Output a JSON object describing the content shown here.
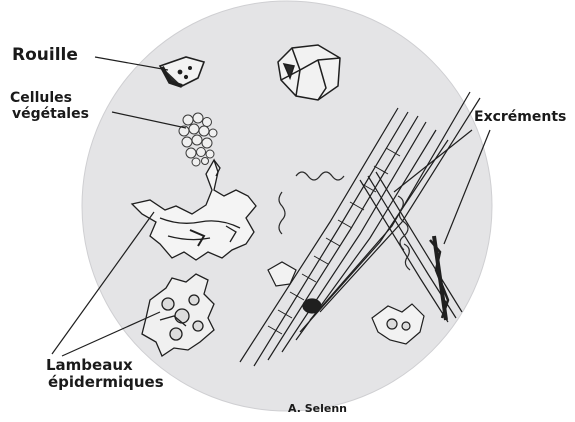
{
  "labels": {
    "rouille": "Rouille",
    "cellules_line1": "Cellules",
    "cellules_line2": "végétales",
    "excrements": "Excréments",
    "lambeaux_line1": "Lambeaux",
    "lambeaux_line2": "épidermiques",
    "signature": "A. Selenn"
  },
  "colors": {
    "disc_fill": "#e4e4e6",
    "ink": "#1f1f1f",
    "paper": "#ffffff"
  }
}
